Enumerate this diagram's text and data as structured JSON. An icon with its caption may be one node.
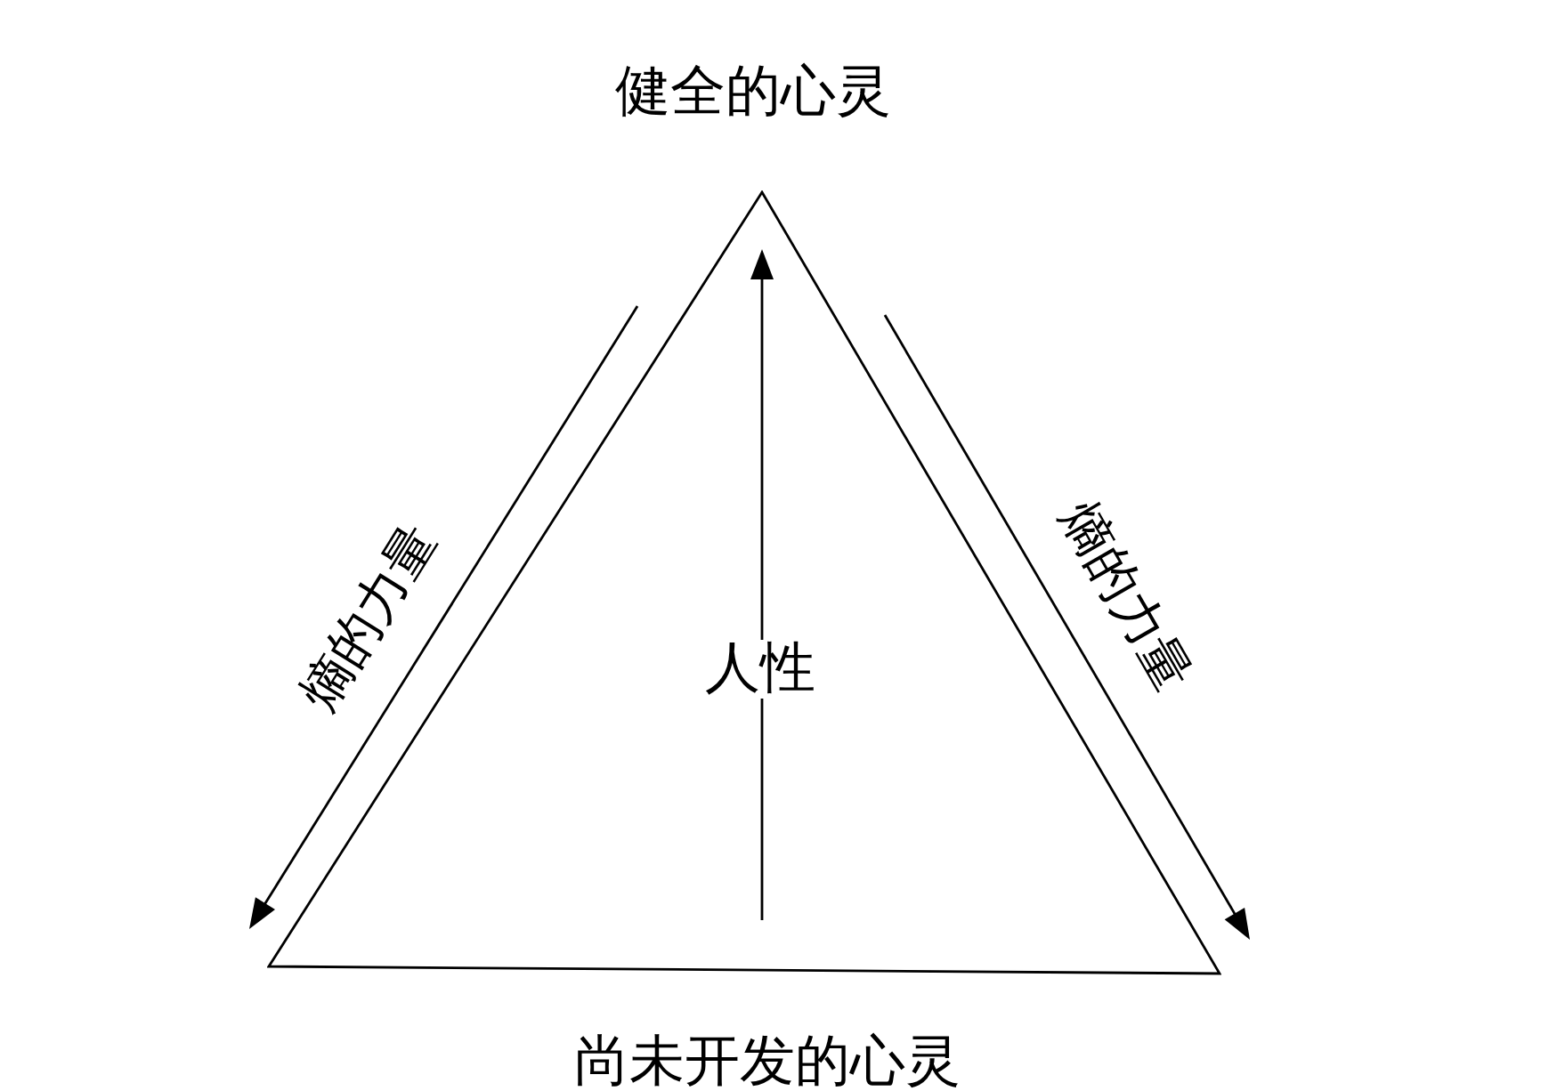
{
  "diagram": {
    "nodes": [
      {
        "text": [
          "人性"
        ],
        "beside": [
          "健全的心灵",
          "尚未开发的心灵"
        ]
      }
    ],
    "labels": [
      "熵的力量",
      "熵的力量"
    ]
  }
}
